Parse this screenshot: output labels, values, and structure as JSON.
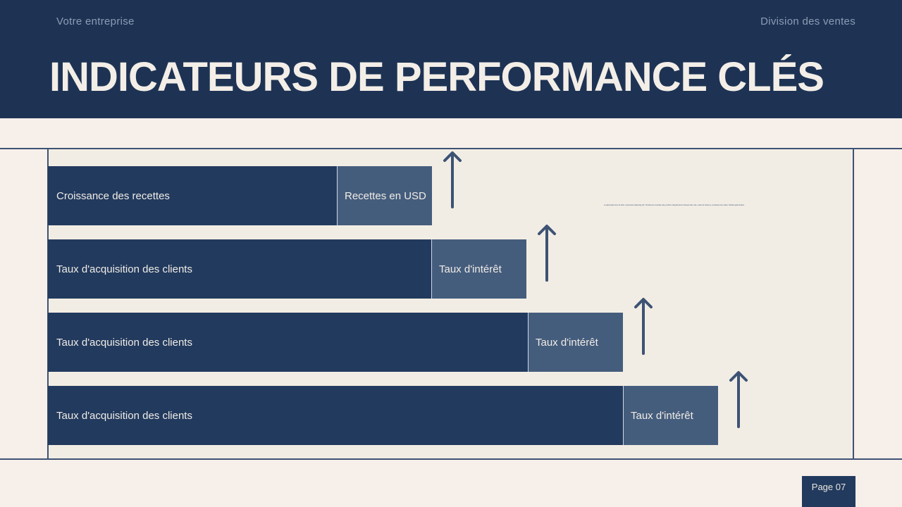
{
  "header": {
    "company": "Votre entreprise",
    "division": "Division des ventes",
    "title": "INDICATEURS DE PERFORMANCE CLÉS",
    "bg_color": "#1e3354",
    "title_color": "#f3eee7",
    "label_color": "#8c9cb4"
  },
  "theme": {
    "page_background": "#f7efe9",
    "panel_background": "#f2ede4",
    "rule_color": "#3d5375",
    "bar_dark": "#223a5e",
    "bar_light": "#455d7d",
    "text_on_bar": "#f0ece6"
  },
  "chart_data": {
    "type": "bar",
    "title": "INDICATEURS DE PERFORMANCE CLÉS",
    "orientation": "horizontal",
    "stacked": true,
    "grid": false,
    "legend": "none",
    "xlabel": "",
    "ylabel": "",
    "categories": [
      "Croissance des recettes",
      "Taux d'acquisition des clients",
      "Taux d'acquisition des clients",
      "Taux d'acquisition des clients"
    ],
    "series": [
      {
        "name": "segment-principal",
        "color": "#223a5e",
        "values": [
          410,
          544,
          680,
          816
        ]
      },
      {
        "name": "segment-secondaire",
        "color": "#455d7d",
        "values": [
          135,
          135,
          135,
          135
        ]
      }
    ],
    "bars": [
      {
        "primary_label": "Croissance des recettes",
        "secondary_label": "Recettes en USD",
        "primary_width": 410,
        "secondary_width": 135,
        "trend": "up"
      },
      {
        "primary_label": "Taux d'acquisition des clients",
        "secondary_label": "Taux d'intérêt",
        "primary_width": 544,
        "secondary_width": 135,
        "trend": "up"
      },
      {
        "primary_label": "Taux d'acquisition des clients",
        "secondary_label": "Taux d'intérêt",
        "primary_width": 681,
        "secondary_width": 135,
        "trend": "up"
      },
      {
        "primary_label": "Taux d'acquisition des clients",
        "secondary_label": "Taux d'intérêt",
        "primary_width": 816,
        "secondary_width": 135,
        "trend": "up"
      }
    ]
  },
  "body_text": {
    "paragraph": "Lorem ipsum dolor sit amet, consectetur adipiscing elit. Vivamus nec molestie sem, porttitor aliquam purus. Praesent ante odio, varius id varius in, accumsan dolor tellus. Nullam quam mauris."
  },
  "footer": {
    "page_label": "Page 07"
  }
}
